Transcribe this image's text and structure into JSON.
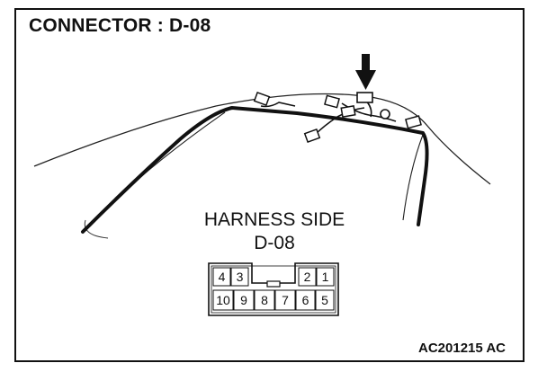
{
  "title": "CONNECTOR : D-08",
  "harness": {
    "side_label": "HARNESS SIDE",
    "connector_id": "D-08"
  },
  "pins": {
    "top_row": [
      "4",
      "3",
      "2",
      "1"
    ],
    "bottom_row": [
      "10",
      "9",
      "8",
      "7",
      "6",
      "5"
    ]
  },
  "figure_code": "AC201215 AC",
  "icons": [
    "down-arrow-icon"
  ]
}
